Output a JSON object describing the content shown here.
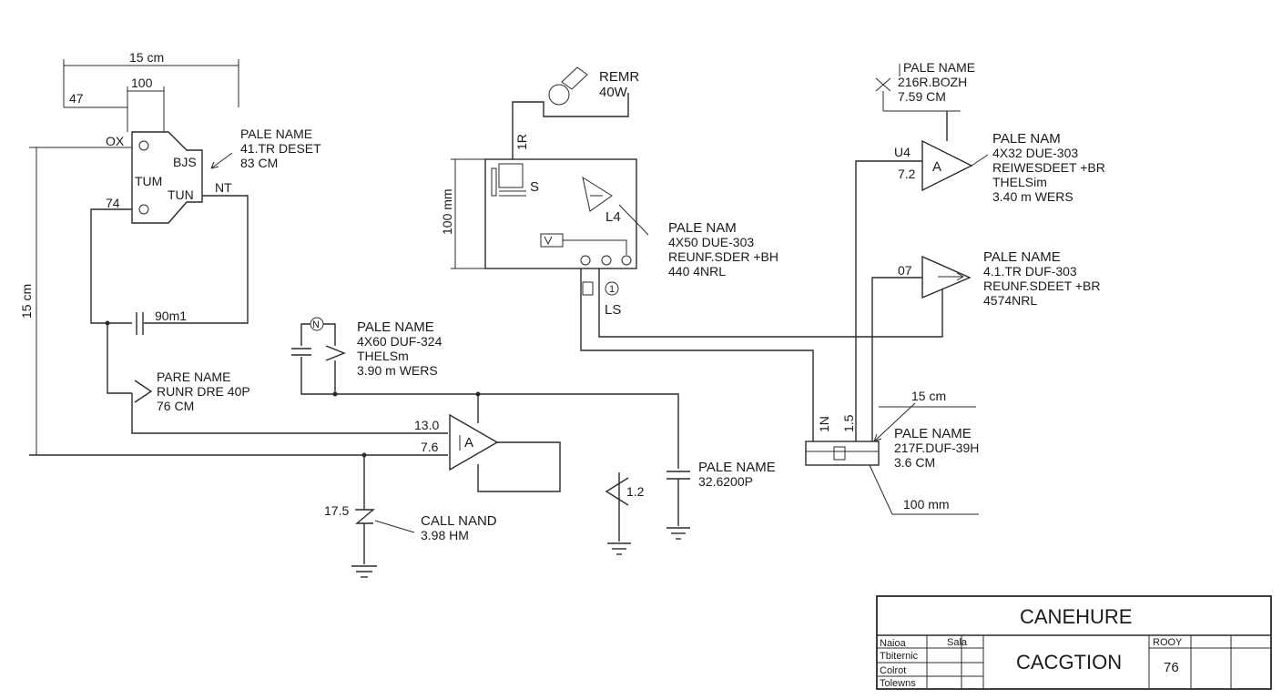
{
  "dimensions": {
    "top_width": "15 cm",
    "inner_width": "100",
    "left_tick": "47",
    "left_height": "15 cm",
    "mcu_height": "100 mm",
    "right_top": "15 cm",
    "right_bottom": "100 mm"
  },
  "chip1": {
    "pin_tl": "OX",
    "pin_ml": "74",
    "label_bus": "BJS",
    "label_tum": "TUM",
    "label_tun": "TUN",
    "pin_nt": "NT",
    "callout": [
      "PALE NAME",
      "41.TR DESET",
      "83 CM"
    ]
  },
  "cap1_label": "90m1",
  "pare": [
    "PARE NAME",
    "RUNR DRE 40P",
    "76 CM"
  ],
  "cap2_callout": [
    "PALE NAME",
    "4X60 DUF-324",
    "THELSm",
    "3.90 m WERS"
  ],
  "cap2_node": "N",
  "opamp_main": {
    "sym": "A",
    "in_top": "13.0",
    "in_bot": "7.6"
  },
  "resistor_left": {
    "tick": "17.5",
    "label": [
      "CALL NAND",
      "3.98 HM"
    ]
  },
  "diode_mid": {
    "val": "1.2"
  },
  "cap_mid": [
    "PALE NAME",
    "32.6200P"
  ],
  "speaker": {
    "label": [
      "REMR",
      "40W"
    ]
  },
  "mcu": {
    "pin_top": "1R",
    "s_label": "S",
    "l4": "L4",
    "callout": [
      "PALE NAM",
      "4X50 DUE-303",
      "REUNF.SDER +BH",
      "440 4NRL"
    ],
    "ls": "LS",
    "pin_1": "1"
  },
  "top_right": {
    "label": [
      "PALE NAME",
      "216R.BOZH",
      "7.59 CM"
    ]
  },
  "opamp_tr": {
    "sym": "A",
    "u": "U4",
    "v": "7.2",
    "callout": [
      "PALE NAM",
      "4X32 DUE-303",
      "REIWESDEET +BR",
      "THELSim",
      "3.40 m WERS"
    ]
  },
  "opamp_r2": {
    "pin": "07",
    "callout": [
      "PALE NAME",
      "4.1.TR DUF-303",
      "REUNF.SDEET +BR",
      "4574NRL"
    ]
  },
  "conn": {
    "n1": "1N",
    "n2": "1.5",
    "callout": [
      "PALE NAME",
      "217F.DUF-39H",
      "3.6 CM"
    ]
  },
  "title_block": {
    "title": "CANEHURE",
    "subtitle": "CACGTION",
    "col_a": "Naioa",
    "col_b": "Sala",
    "rows": [
      "Tbiternic",
      "Colrot",
      "Tolewns"
    ],
    "hdr_right": "ROOY",
    "num": "76"
  }
}
